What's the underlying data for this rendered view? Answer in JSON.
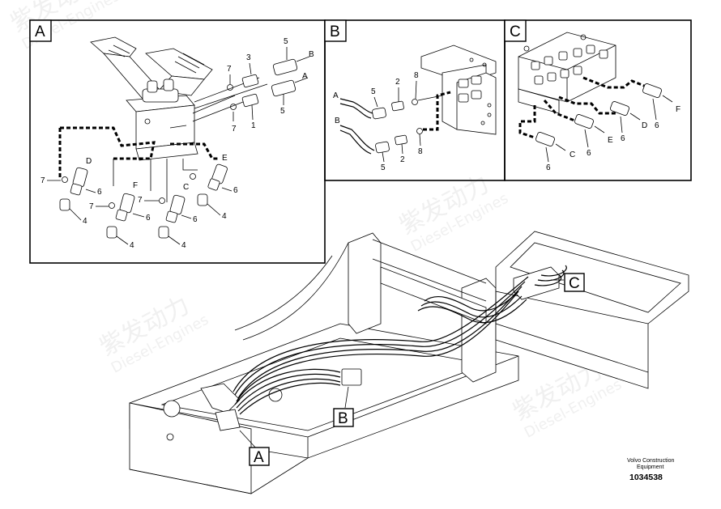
{
  "watermark": {
    "brand": "紫发动力",
    "brand_en": "Diesel-Engines"
  },
  "panels": {
    "a": {
      "tag": "A"
    },
    "b": {
      "tag": "B"
    },
    "c": {
      "tag": "C"
    }
  },
  "callouts": {
    "a": "A",
    "b": "B",
    "c": "C"
  },
  "detail_a": {
    "n5a": "5",
    "nB": "B",
    "n7a": "7",
    "n3": "3",
    "nA": "A",
    "n5b": "5",
    "n7b": "7",
    "n1": "1",
    "nD": "D",
    "nE": "E",
    "n7c": "7",
    "n6a": "6",
    "n6b": "6",
    "n4a": "4",
    "n4b": "4",
    "nF": "F",
    "nC": "C",
    "n7d": "7",
    "n7e": "7",
    "n6c": "6",
    "n6d": "6",
    "n4c": "4",
    "n4d": "4"
  },
  "detail_b": {
    "nA": "A",
    "n5a": "5",
    "n2a": "2",
    "n8a": "8",
    "nB": "B",
    "n5b": "5",
    "n2b": "2",
    "n8b": "8"
  },
  "detail_c": {
    "nF": "F",
    "nD": "D",
    "n6a": "6",
    "nE": "E",
    "n6b": "6",
    "n6c": "6",
    "nC": "C",
    "n6d": "6"
  },
  "footer": {
    "company": "Volvo Construction",
    "sub": "Equipment",
    "part_no": "1034538"
  }
}
